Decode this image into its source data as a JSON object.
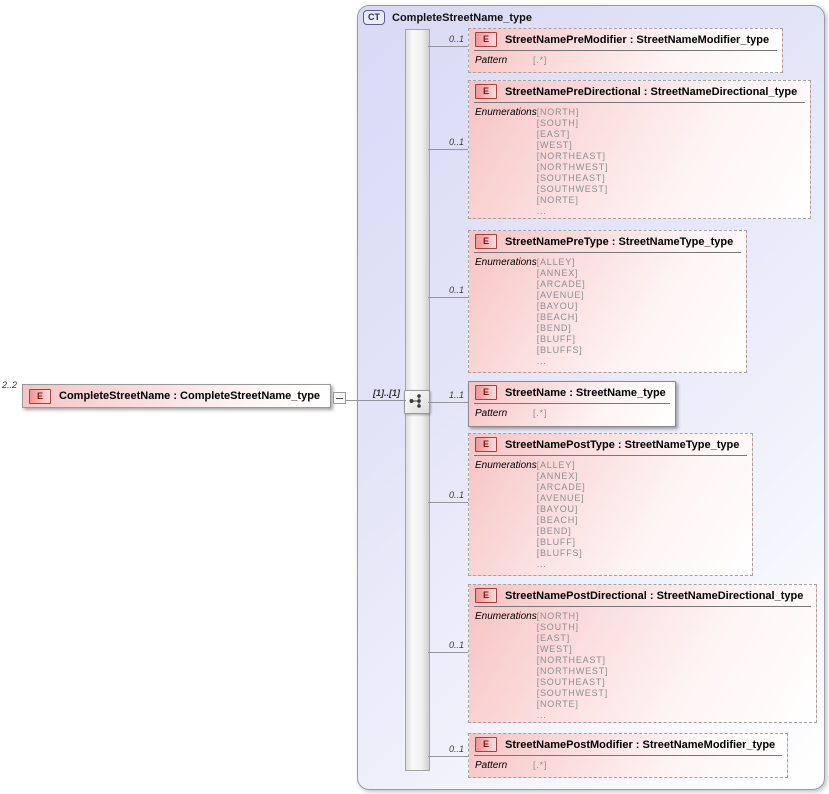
{
  "root_element": {
    "cardinality": "2..2",
    "badge": "E",
    "label": "CompleteStreetName : CompleteStreetName_type"
  },
  "connector_occurrence": "[1]..[1]",
  "complex_type": {
    "badge": "CT",
    "title": "CompleteStreetName_type",
    "compositor": "sequence",
    "children": [
      {
        "cardinality": "0..1",
        "badge": "E",
        "style": "optional",
        "label": "StreetNamePreModifier : StreetNameModifier_type",
        "facet_label": "Pattern",
        "facet_values": [
          "[.*]"
        ]
      },
      {
        "cardinality": "0..1",
        "badge": "E",
        "style": "optional",
        "label": "StreetNamePreDirectional : StreetNameDirectional_type",
        "facet_label": "Enumerations",
        "facet_values": [
          "[NORTH]",
          "[SOUTH]",
          "[EAST]",
          "[WEST]",
          "[NORTHEAST]",
          "[NORTHWEST]",
          "[SOUTHEAST]",
          "[SOUTHWEST]",
          "[NORTE]",
          "..."
        ]
      },
      {
        "cardinality": "0..1",
        "badge": "E",
        "style": "optional",
        "label": "StreetNamePreType : StreetNameType_type",
        "facet_label": "Enumerations",
        "facet_values": [
          "[ALLEY]",
          "[ANNEX]",
          "[ARCADE]",
          "[AVENUE]",
          "[BAYOU]",
          "[BEACH]",
          "[BEND]",
          "[BLUFF]",
          "[BLUFFS]",
          "..."
        ]
      },
      {
        "cardinality": "1..1",
        "badge": "E",
        "style": "required",
        "label": "StreetName : StreetName_type",
        "facet_label": "Pattern",
        "facet_values": [
          "[.*]"
        ]
      },
      {
        "cardinality": "0..1",
        "badge": "E",
        "style": "optional",
        "label": "StreetNamePostType : StreetNameType_type",
        "facet_label": "Enumerations",
        "facet_values": [
          "[ALLEY]",
          "[ANNEX]",
          "[ARCADE]",
          "[AVENUE]",
          "[BAYOU]",
          "[BEACH]",
          "[BEND]",
          "[BLUFF]",
          "[BLUFFS]",
          "..."
        ]
      },
      {
        "cardinality": "0..1",
        "badge": "E",
        "style": "optional",
        "label": "StreetNamePostDirectional : StreetNameDirectional_type",
        "facet_label": "Enumerations",
        "facet_values": [
          "[NORTH]",
          "[SOUTH]",
          "[EAST]",
          "[WEST]",
          "[NORTHEAST]",
          "[NORTHWEST]",
          "[SOUTHEAST]",
          "[SOUTHWEST]",
          "[NORTE]",
          "..."
        ]
      },
      {
        "cardinality": "0..1",
        "badge": "E",
        "style": "optional",
        "label": "StreetNamePostModifier : StreetNameModifier_type",
        "facet_label": "Pattern",
        "facet_values": [
          "[.*]"
        ]
      }
    ]
  },
  "colors": {
    "container_fill": "#dcdcf5",
    "element_fill": "#f7c3c3",
    "element_badge_border": "#a34040",
    "ct_badge_border": "#5c5c94",
    "connector": "#95959f"
  }
}
